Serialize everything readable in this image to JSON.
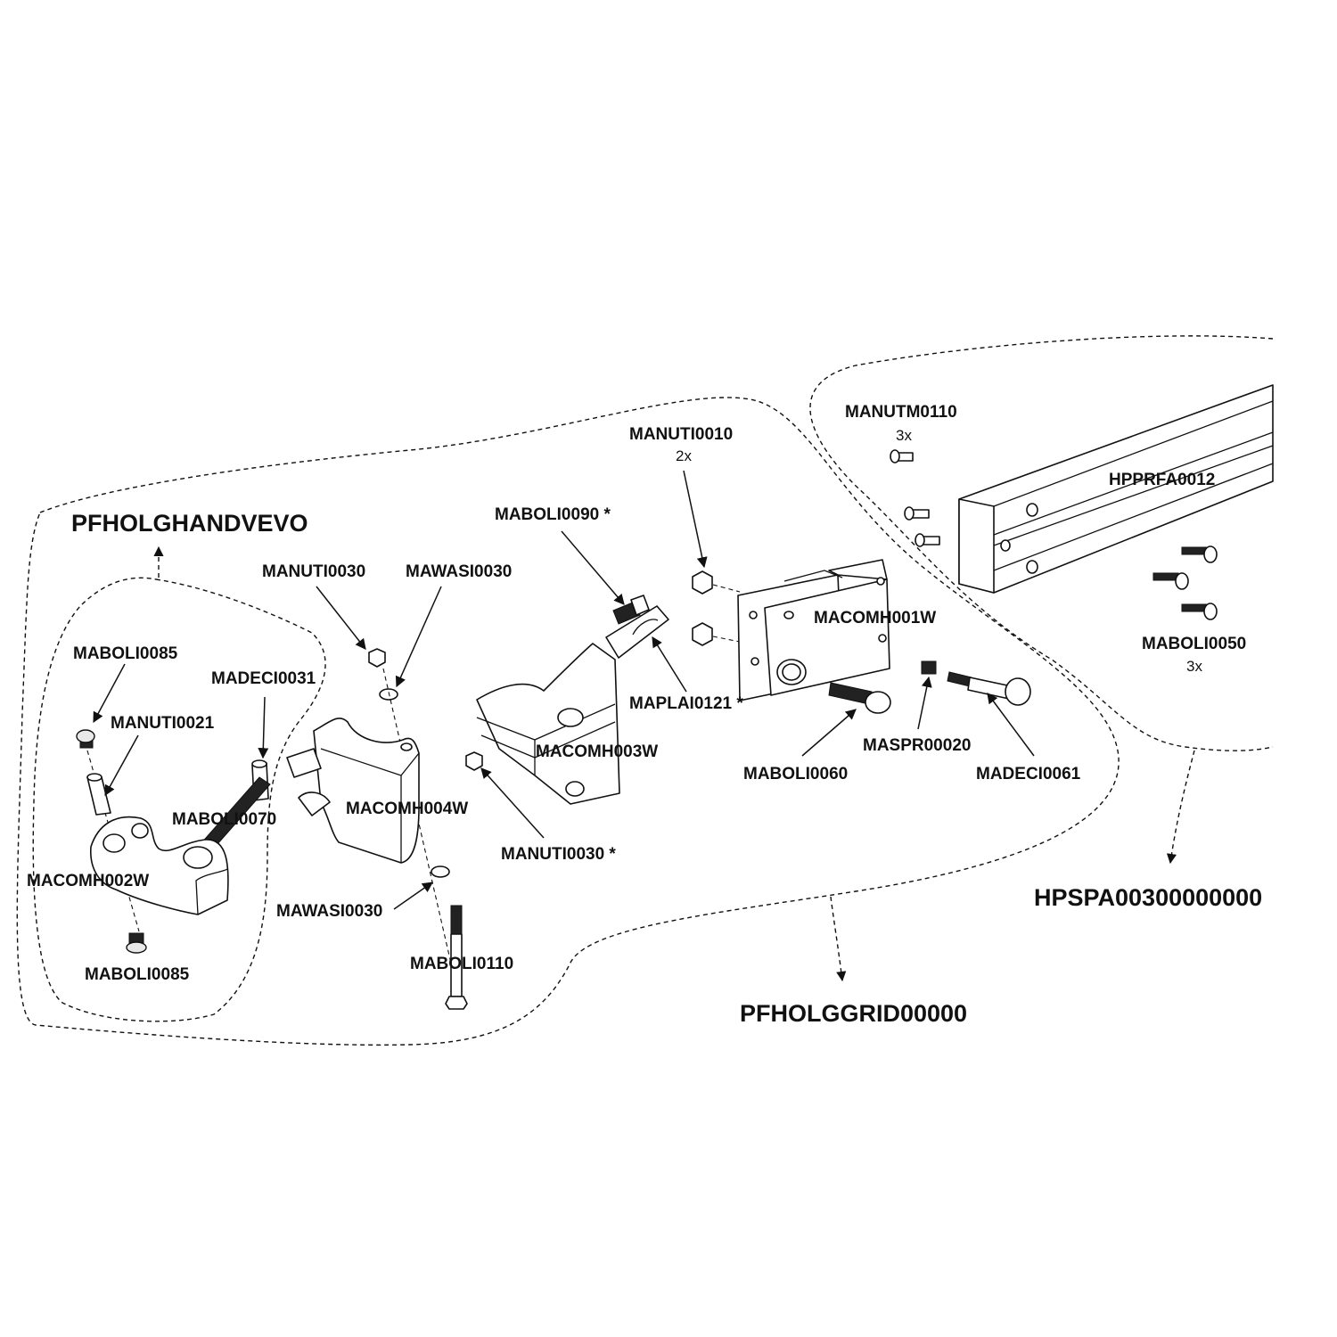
{
  "assemblies": {
    "handle": "PFHOLGHANDVEVO",
    "grid": "PFHOLGGRID00000",
    "spar": "HPSPA00300000000"
  },
  "parts": {
    "maboli0085_top": "MABOLI0085",
    "manuti0021": "MANUTI0021",
    "madeci0031": "MADECI0031",
    "maboli0070": "MABOLI0070",
    "macomh002w": "MACOMH002W",
    "maboli0085_bottom": "MABOLI0085",
    "manuti0030_top": "MANUTI0030",
    "mawasi0030_top": "MAWASI0030",
    "macomh004w": "MACOMH004W",
    "mawasi0030_bottom": "MAWASI0030",
    "maboli0110": "MABOLI0110",
    "maboli0090": "MABOLI0090 *",
    "maplai0121": "MAPLAI0121 *",
    "macomh003w": "MACOMH003W",
    "manuti0030_star": "MANUTI0030 *",
    "manuti0010": "MANUTI0010",
    "manuti0010_qty": "2x",
    "macomh001w": "MACOMH001W",
    "maboli0060": "MABOLI0060",
    "maspr00020": "MASPR00020",
    "madeci0061": "MADECI0061",
    "manutm0110": "MANUTM0110",
    "manutm0110_qty": "3x",
    "hpprfa0012": "HPPRFA0012",
    "maboli0050": "MABOLI0050",
    "maboli0050_qty": "3x"
  }
}
